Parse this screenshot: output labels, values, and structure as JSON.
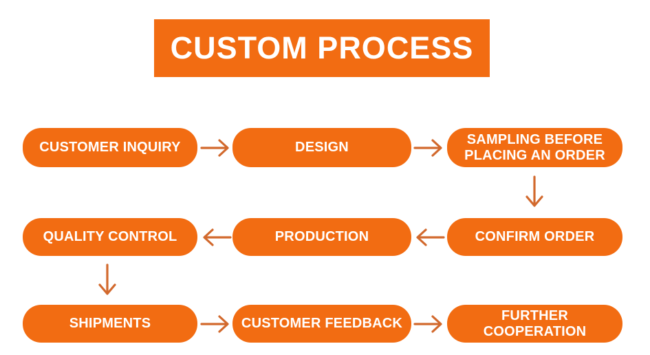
{
  "title": {
    "label": "CUSTOM PROCESS"
  },
  "colors": {
    "node_fill": "#F26C12",
    "arrow": "#D2692D",
    "text_on_orange": "#FFFFFF",
    "background": "#FFFFFF"
  },
  "flow": {
    "rows": [
      {
        "direction": "right",
        "nodes": [
          {
            "label": "CUSTOMER INQUIRY"
          },
          {
            "label": "DESIGN"
          },
          {
            "label": "SAMPLING BEFORE PLACING AN ORDER"
          }
        ]
      },
      {
        "direction": "left",
        "nodes": [
          {
            "label": "QUALITY CONTROL"
          },
          {
            "label": "PRODUCTION"
          },
          {
            "label": "CONFIRM ORDER"
          }
        ]
      },
      {
        "direction": "right",
        "nodes": [
          {
            "label": "SHIPMENTS"
          },
          {
            "label": "CUSTOMER FEEDBACK"
          },
          {
            "label": "FURTHER COOPERATION"
          }
        ]
      }
    ],
    "connectors": [
      {
        "from": "CUSTOMER INQUIRY",
        "to": "DESIGN",
        "direction": "right"
      },
      {
        "from": "DESIGN",
        "to": "SAMPLING BEFORE PLACING AN ORDER",
        "direction": "right"
      },
      {
        "from": "SAMPLING BEFORE PLACING AN ORDER",
        "to": "CONFIRM ORDER",
        "direction": "down"
      },
      {
        "from": "CONFIRM ORDER",
        "to": "PRODUCTION",
        "direction": "left"
      },
      {
        "from": "PRODUCTION",
        "to": "QUALITY CONTROL",
        "direction": "left"
      },
      {
        "from": "QUALITY CONTROL",
        "to": "SHIPMENTS",
        "direction": "down"
      },
      {
        "from": "SHIPMENTS",
        "to": "CUSTOMER FEEDBACK",
        "direction": "right"
      },
      {
        "from": "CUSTOMER FEEDBACK",
        "to": "FURTHER COOPERATION",
        "direction": "right"
      }
    ]
  }
}
